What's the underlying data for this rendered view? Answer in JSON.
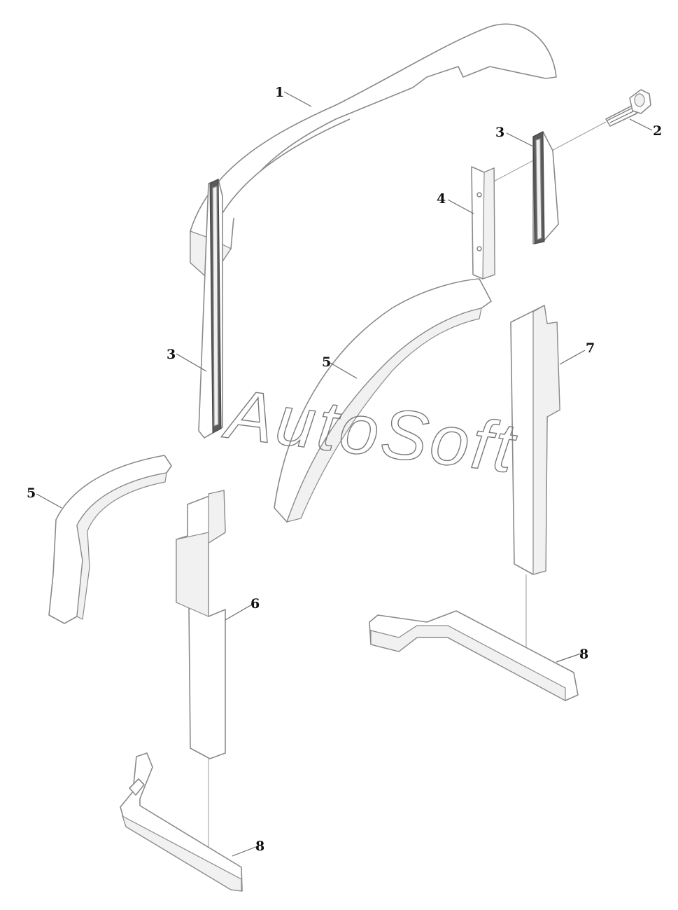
{
  "diagram": {
    "watermark": "AutoSoft",
    "callouts": [
      {
        "id": "c1",
        "label": "1"
      },
      {
        "id": "c2",
        "label": "2"
      },
      {
        "id": "c3a",
        "label": "3"
      },
      {
        "id": "c3b",
        "label": "3"
      },
      {
        "id": "c4",
        "label": "4"
      },
      {
        "id": "c5a",
        "label": "5"
      },
      {
        "id": "c5b",
        "label": "5"
      },
      {
        "id": "c6",
        "label": "6"
      },
      {
        "id": "c7",
        "label": "7"
      },
      {
        "id": "c8a",
        "label": "8"
      },
      {
        "id": "c8b",
        "label": "8"
      }
    ]
  }
}
